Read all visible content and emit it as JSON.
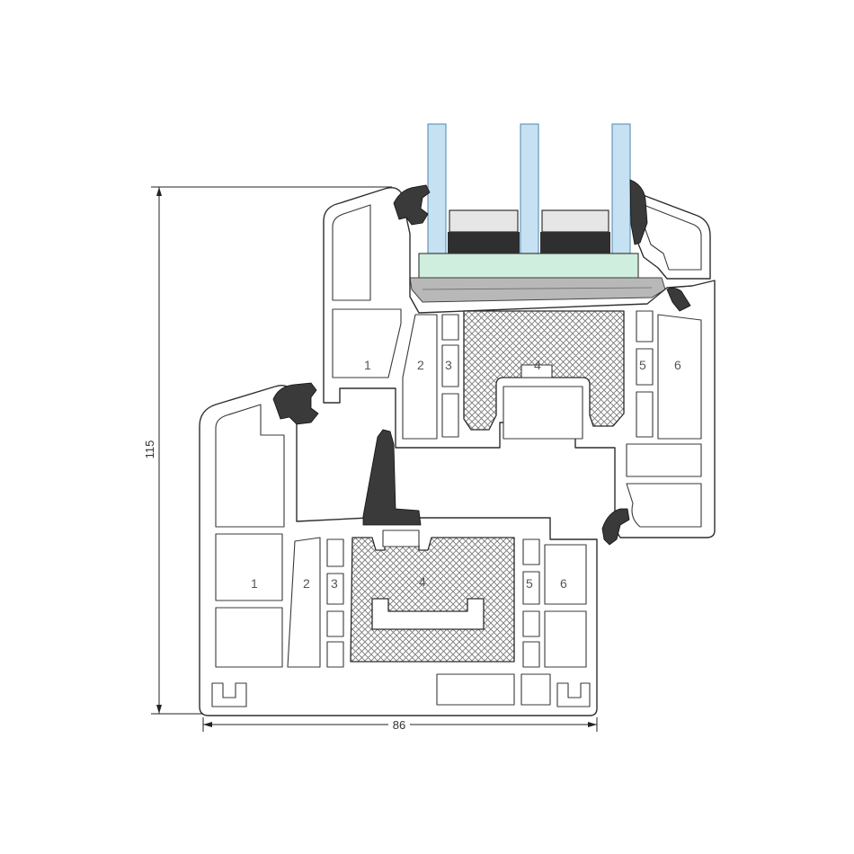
{
  "dimensions": {
    "height": "115",
    "width": "86"
  },
  "sash_chambers": [
    "1",
    "2",
    "3",
    "4",
    "5",
    "6"
  ],
  "frame_chambers": [
    "1",
    "2",
    "3",
    "4",
    "5",
    "6"
  ],
  "colors": {
    "glass": "#c6e2f2",
    "glazing_bead": "#cfeedd",
    "gasket": "#3a3a3a",
    "reinforcement_hatch": "#7a7a7a",
    "profile_outline": "#2e2e2e"
  },
  "icons": [
    "window-profile-section",
    "steel-reinforcement-hatch",
    "rubber-gasket"
  ]
}
